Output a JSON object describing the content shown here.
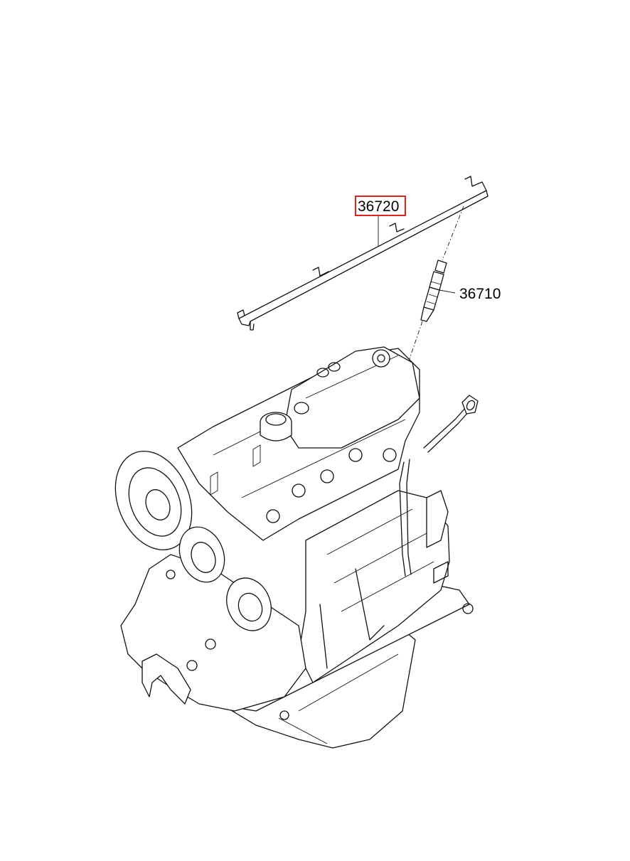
{
  "parts": [
    {
      "id": "part-36720",
      "number": "36720",
      "highlighted": true
    },
    {
      "id": "part-36710",
      "number": "36710",
      "highlighted": false
    }
  ],
  "colors": {
    "highlight": "#e0241b",
    "line": "#111111",
    "background": "#ffffff"
  }
}
